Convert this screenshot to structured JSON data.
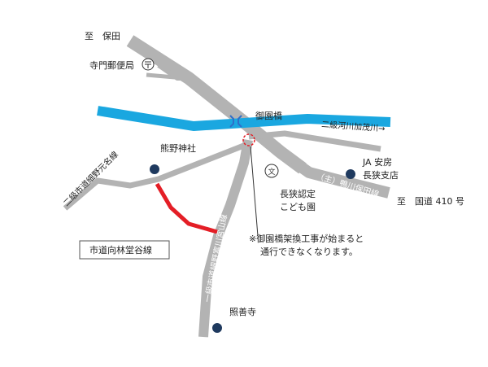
{
  "colors": {
    "background": "#ffffff",
    "road": "#b3b3b3",
    "river": "#1aa7e0",
    "route_highlight": "#e41e26",
    "landmark_dot": "#1f3a5f",
    "closure_circle": "#e41e26",
    "text": "#222222",
    "callout_box_border": "#555555"
  },
  "icons": {
    "post_office": "post-office-mark-icon",
    "school": "kindergarten-mark-icon",
    "bridge": "bridge-mark-icon"
  },
  "labels": {
    "to_hoda": "至　保田",
    "post_office": "寺門郵便局",
    "bridge": "御園橋",
    "river": "二級河川加茂川→",
    "shrine": "熊野神社",
    "road_hosono": "二級市道細野元名線",
    "ja_line1": "JA 安房",
    "ja_line2": "長狭支店",
    "prefectural_road": "（主）鴨川保田線",
    "to_route410": "至　国道 410 号",
    "kodomoen_line1": "長狭認定",
    "kodomoen_line2": "こども園",
    "road_mukai": "市道向林堂谷線",
    "closure_note_line1": "※御園橋架換工事が始まると",
    "closure_note_line2": "通行できなくなります。",
    "road_miyayama": "一級市道細野富川宮山線",
    "temple": "照善寺"
  }
}
